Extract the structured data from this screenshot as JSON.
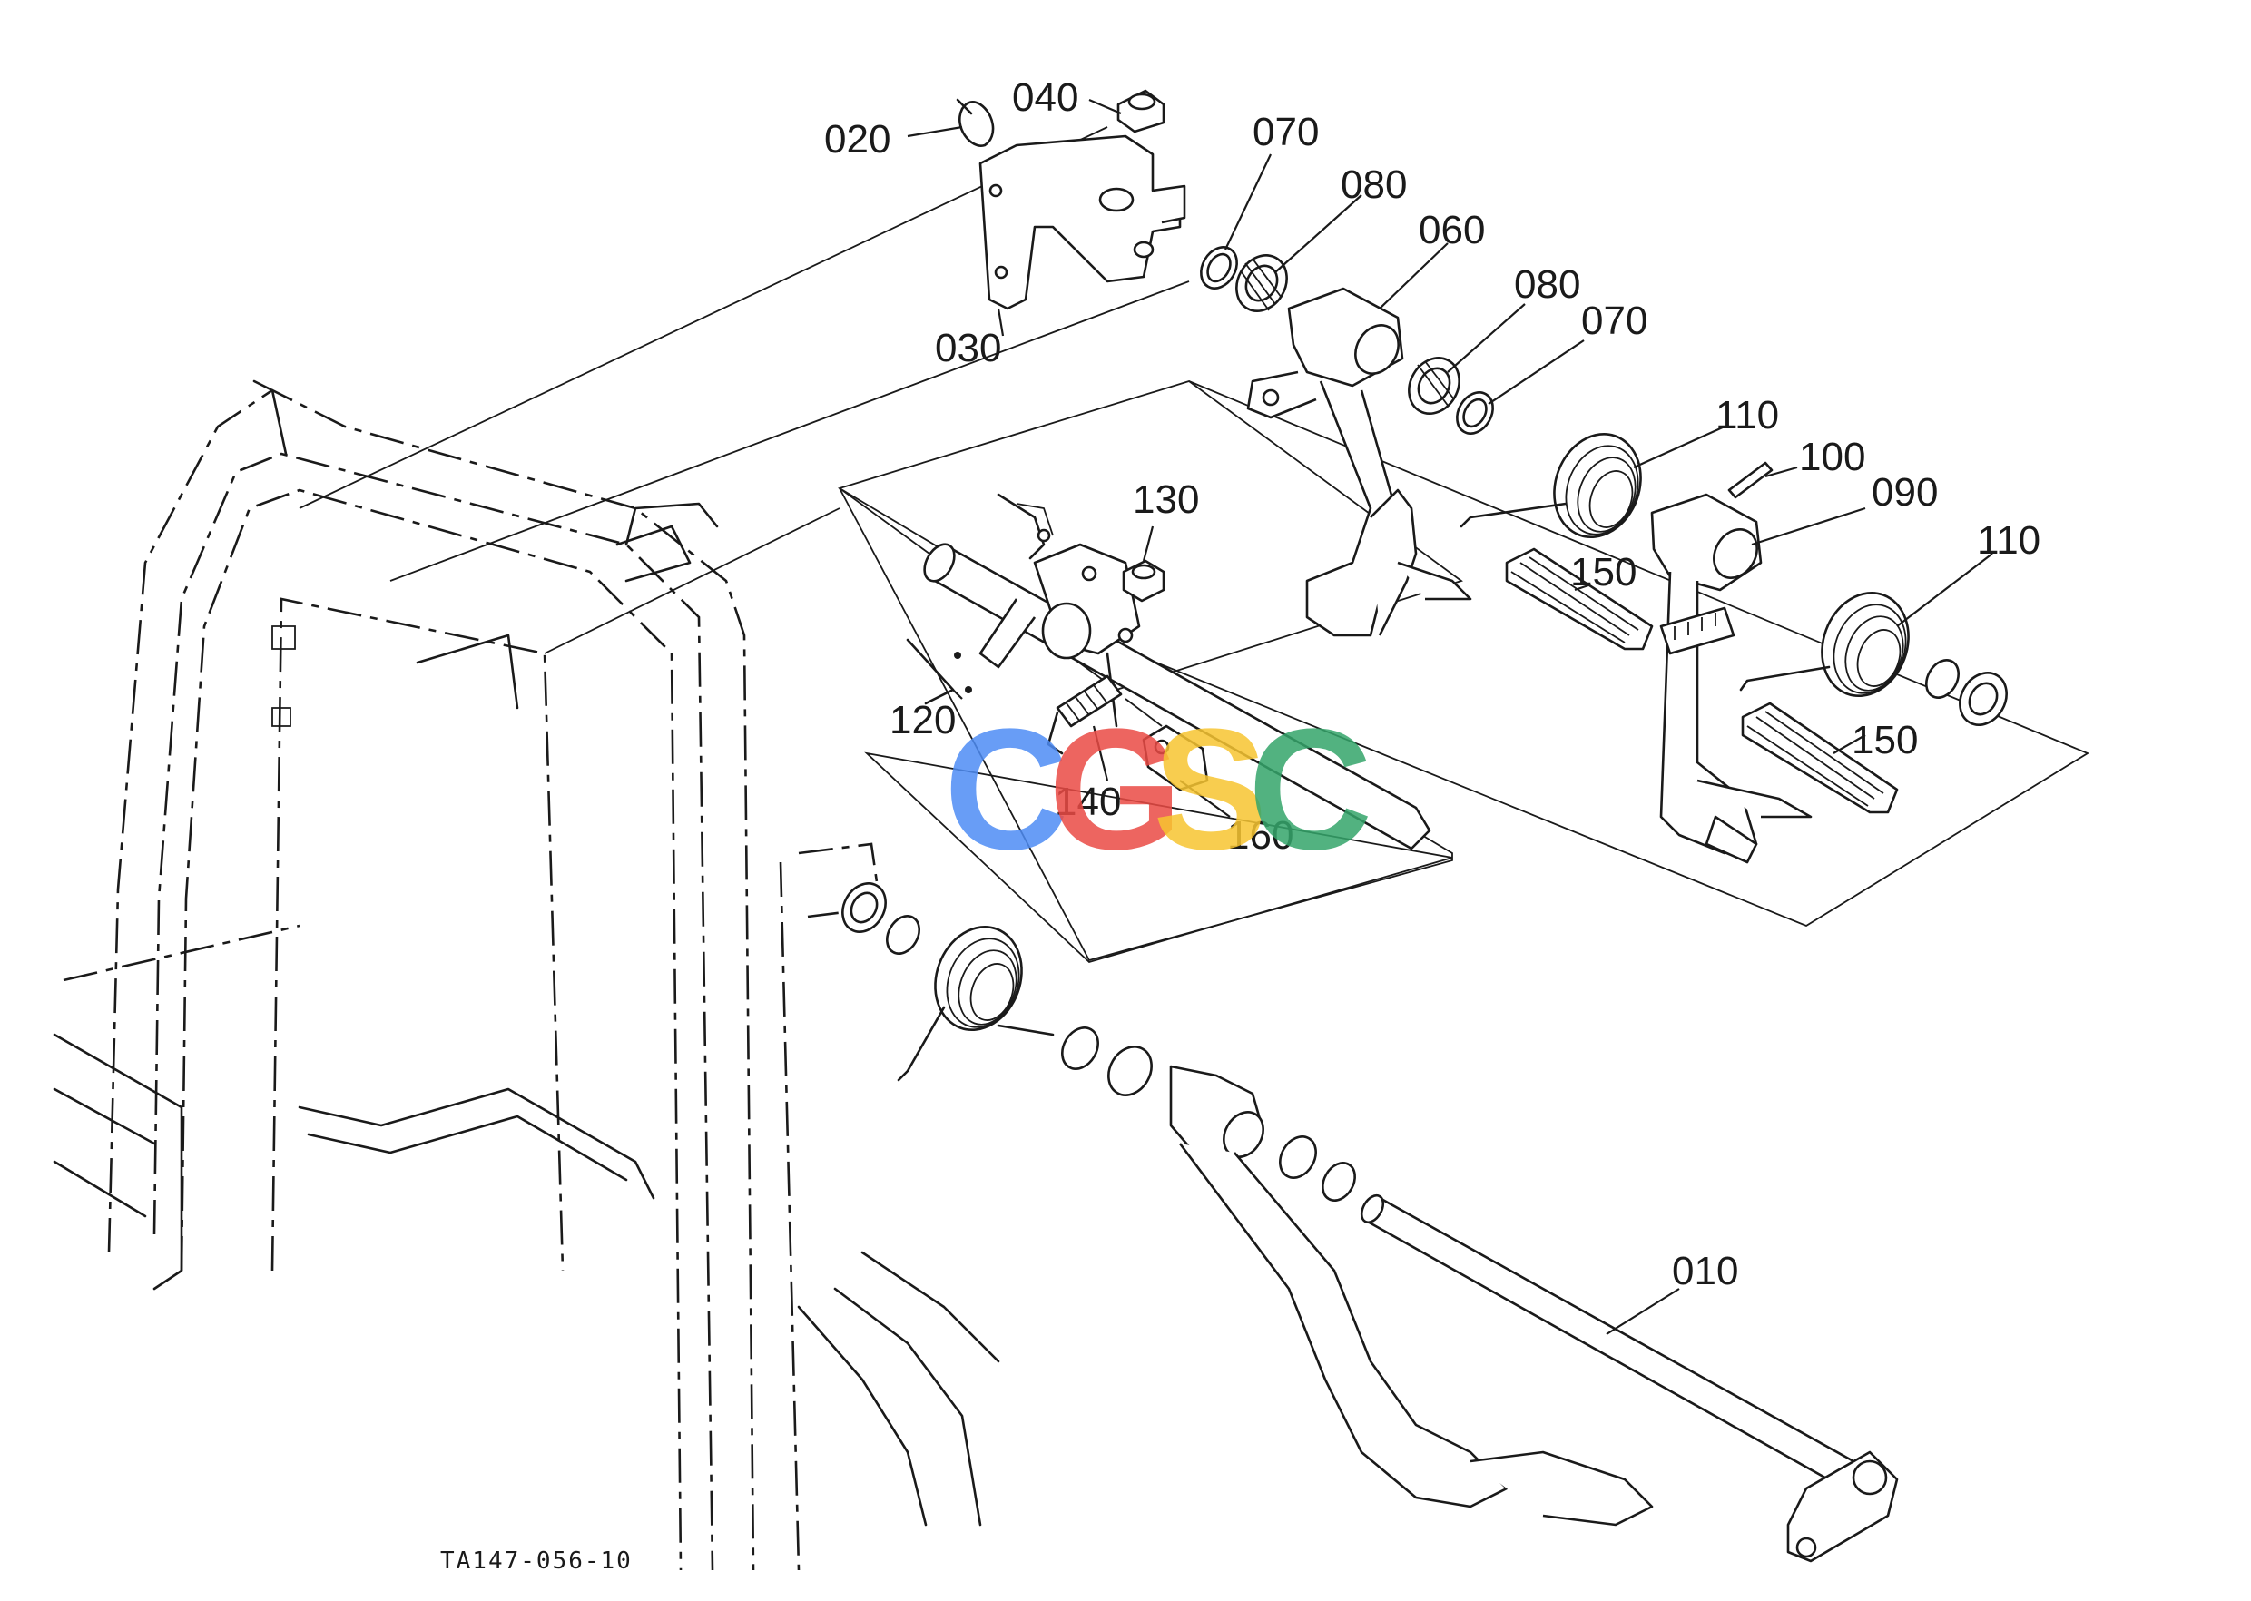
{
  "drawing": {
    "code": "TA147-056-10",
    "watermark": [
      {
        "letter": "C",
        "color": "#4e8df5"
      },
      {
        "letter": "G",
        "color": "#ea4b45"
      },
      {
        "letter": "S",
        "color": "#f7c531"
      },
      {
        "letter": "C",
        "color": "#35a56b"
      }
    ]
  },
  "callouts": {
    "c010": "010",
    "c020": "020",
    "c030": "030",
    "c040": "040",
    "c060": "060",
    "c070a": "070",
    "c070b": "070",
    "c080a": "080",
    "c080b": "080",
    "c090": "090",
    "c100": "100",
    "c110a": "110",
    "c110b": "110",
    "c120": "120",
    "c130": "130",
    "c140": "140",
    "c150a": "150",
    "c150b": "150",
    "c160": "160"
  }
}
